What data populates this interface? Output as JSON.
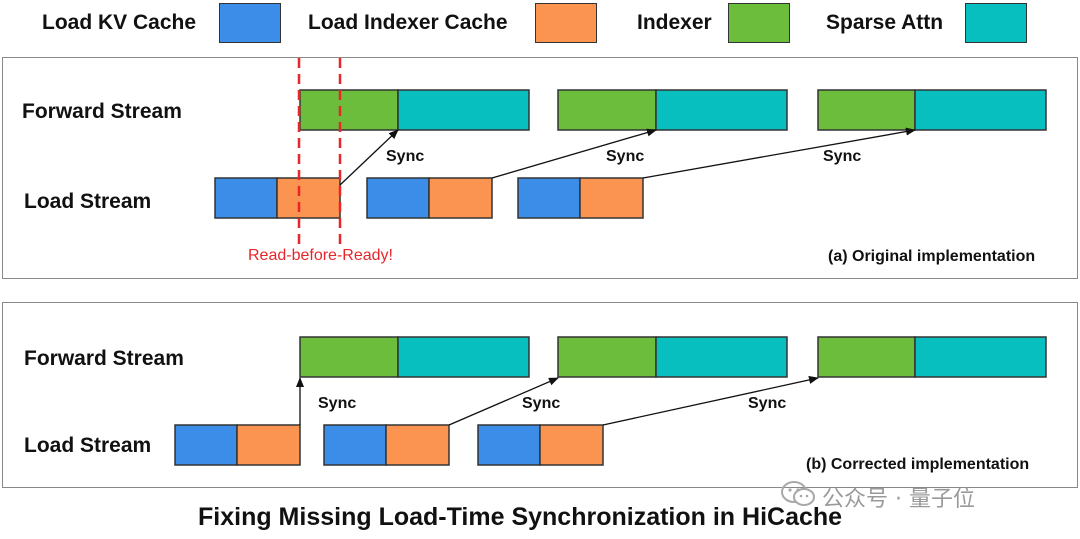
{
  "legend": [
    {
      "label": "Load KV Cache",
      "color": "#3b8de8"
    },
    {
      "label": "Load Indexer Cache",
      "color": "#fb9450"
    },
    {
      "label": "Indexer",
      "color": "#6cbd3c"
    },
    {
      "label": "Sparse Attn",
      "color": "#07bfbf"
    }
  ],
  "panel_a": {
    "forward_label": "Forward Stream",
    "load_label": "Load Stream",
    "sync_label": "Sync",
    "warning": "Read-before-Ready!",
    "caption": "(a) Original implementation"
  },
  "panel_b": {
    "forward_label": "Forward Stream",
    "load_label": "Load Stream",
    "sync_label": "Sync",
    "caption": "(b) Corrected implementation"
  },
  "title": "Fixing Missing Load-Time Synchronization in HiCache",
  "watermark": "公众号 · 量子位",
  "colors": {
    "kv": "#3b8de8",
    "indexer_cache": "#fb9450",
    "indexer": "#6cbd3c",
    "sparse": "#07bfbf",
    "warning": "#e8262a"
  }
}
